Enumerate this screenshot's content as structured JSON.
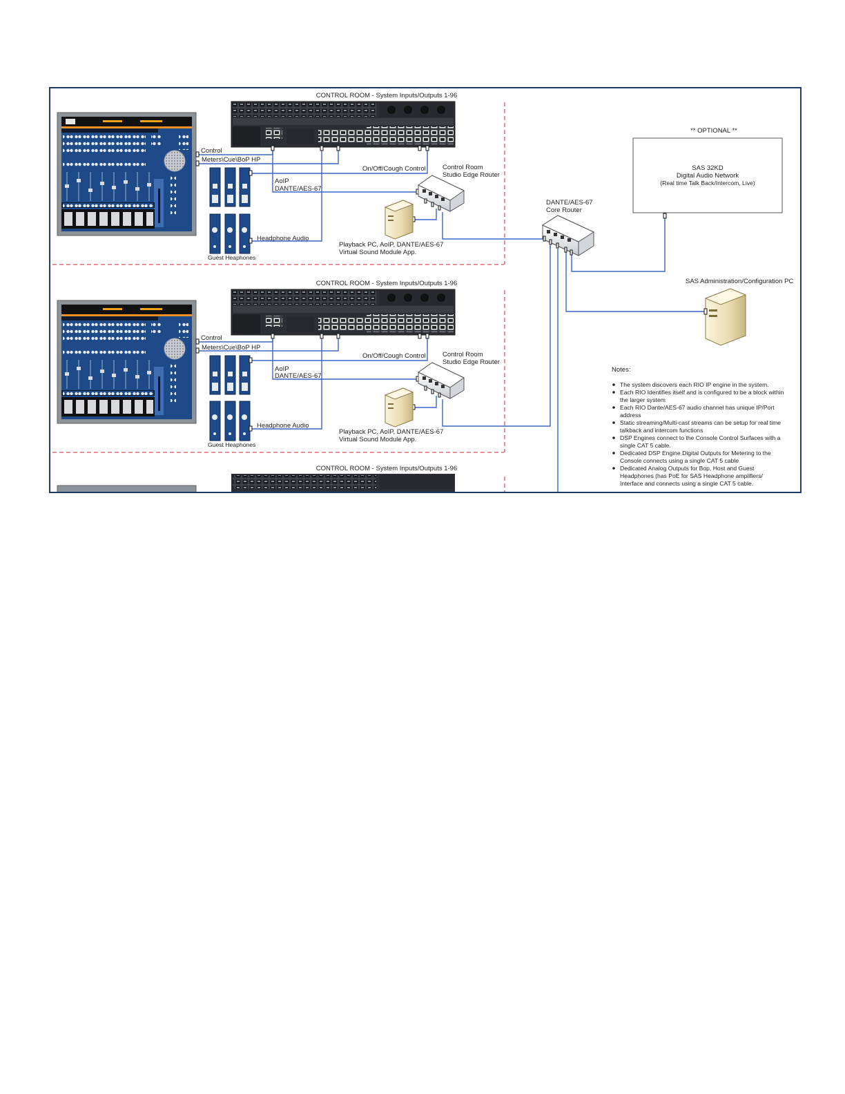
{
  "diagram": {
    "sections": [
      {
        "title": "CONTROL ROOM - System Inputs/Outputs 1-96",
        "control": "Control",
        "meters": "Meters\\Cue\\BoP HP",
        "onoff": "On/Off/Cough Control",
        "router_line1": "Control Room",
        "router_line2": "Studio Edge Router",
        "aoip_line1": "AoIP",
        "aoip_line2": "DANTE/AES-67",
        "headphone_audio": "Headphone Audio",
        "guest": "Guest Heaphones",
        "playback_line1": "Playback PC, AoIP, DANTE/AES-67",
        "playback_line2": "Virtual Sound Module App."
      },
      {
        "title": "CONTROL ROOM - System Inputs/Outputs 1-96",
        "control": "Control",
        "meters": "Meters\\Cue\\BoP HP",
        "onoff": "On/Off/Cough Control",
        "router_line1": "Control Room",
        "router_line2": "Studio Edge Router",
        "aoip_line1": "AoIP",
        "aoip_line2": "DANTE/AES-67",
        "headphone_audio": "Headphone Audio",
        "guest": "Guest Heaphones",
        "playback_line1": "Playback PC, AoIP, DANTE/AES-67",
        "playback_line2": "Virtual Sound Module App."
      },
      {
        "title": "CONTROL ROOM - System Inputs/Outputs 1-96"
      }
    ],
    "optional": {
      "header": "** OPTIONAL **",
      "line1": "SAS 32KD",
      "line2": "Digital Audio Network",
      "line3": "(Real time Talk Back/Intercom, Live)"
    },
    "core_router": {
      "line1": "DANTE/AES-67",
      "line2": "Core Router"
    },
    "admin_pc": "SAS Administration/Configuration PC",
    "notes": {
      "title": "Notes:",
      "items": [
        [
          "The system discovers each RIO IP engine in the system."
        ],
        [
          "Each RIO Identifies itself and is configured to be a block within",
          "the larger system"
        ],
        [
          "Each RIO Dante/AES-67 audio channel has unique IP/Port",
          "address"
        ],
        [
          "Static streaming/Multi-cast streams can be setup for real time",
          "talkback and intercom functions"
        ],
        [
          "DSP Engines connect to the Console Control Surfaces with a",
          "single CAT 5 cable."
        ],
        [
          "Dedicated DSP Engine Digital Outputs for Metering to the",
          "Console connects using a single CAT 5 cable"
        ],
        [
          "Dedicated Analog Outputs for Bop, Host and Guest",
          "Headphones (has PoE for SAS Headphone amplifiers/",
          "Interface and connects using a single CAT 5 cable."
        ]
      ]
    },
    "colors": {
      "frame": "#1f3c6e",
      "cable": "#3a66c4",
      "dashed": "#d0202a",
      "console_blue": "#1e4a8a"
    }
  }
}
